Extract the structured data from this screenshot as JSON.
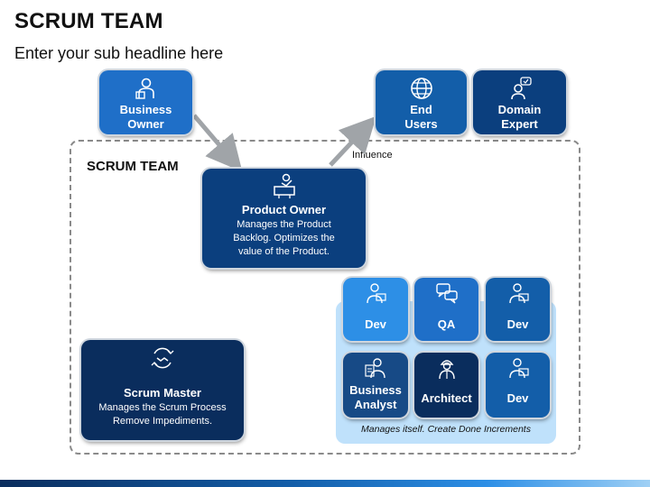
{
  "header": {
    "title": "SCRUM TEAM",
    "subtitle": "Enter your sub headline here"
  },
  "frame": {
    "label": "SCRUM TEAM",
    "influence_label": "Influence"
  },
  "stakeholders": [
    {
      "label_line1": "Business",
      "label_line2": "Owner",
      "icon": "business-person-icon",
      "color": "#1f6fc8"
    },
    {
      "label_line1": "End",
      "label_line2": "Users",
      "icon": "globe-icon",
      "color": "#135ea9"
    },
    {
      "label_line1": "Domain",
      "label_line2": "Expert",
      "icon": "expert-person-icon",
      "color": "#0b3f7e"
    }
  ],
  "product_owner": {
    "title": "Product Owner",
    "desc_line1": "Manages the Product",
    "desc_line2": "Backlog. Optimizes the",
    "desc_line3": "value of the Product.",
    "icon": "presenter-icon",
    "color": "#0b3f7e"
  },
  "scrum_master": {
    "title": "Scrum Master",
    "desc_line1": "Manages the Scrum Process",
    "desc_line2": "Remove Impediments.",
    "icon": "handshake-cycle-icon",
    "color": "#0a2d5d"
  },
  "dev_team": {
    "caption": "Manages itself. Create Done Increments",
    "members": [
      {
        "label_line1": "Dev",
        "label_line2": "",
        "icon": "developer-icon",
        "color": "#2d8fe6"
      },
      {
        "label_line1": "QA",
        "label_line2": "",
        "icon": "qa-chat-icon",
        "color": "#1f6fc8"
      },
      {
        "label_line1": "Dev",
        "label_line2": "",
        "icon": "developer-icon",
        "color": "#135ea9"
      },
      {
        "label_line1": "Business",
        "label_line2": "Analyst",
        "icon": "analyst-icon",
        "color": "#174a86"
      },
      {
        "label_line1": "Architect",
        "label_line2": "",
        "icon": "architect-icon",
        "color": "#0a2d5d"
      },
      {
        "label_line1": "Dev",
        "label_line2": "",
        "icon": "developer-icon",
        "color": "#135ea9"
      }
    ]
  }
}
